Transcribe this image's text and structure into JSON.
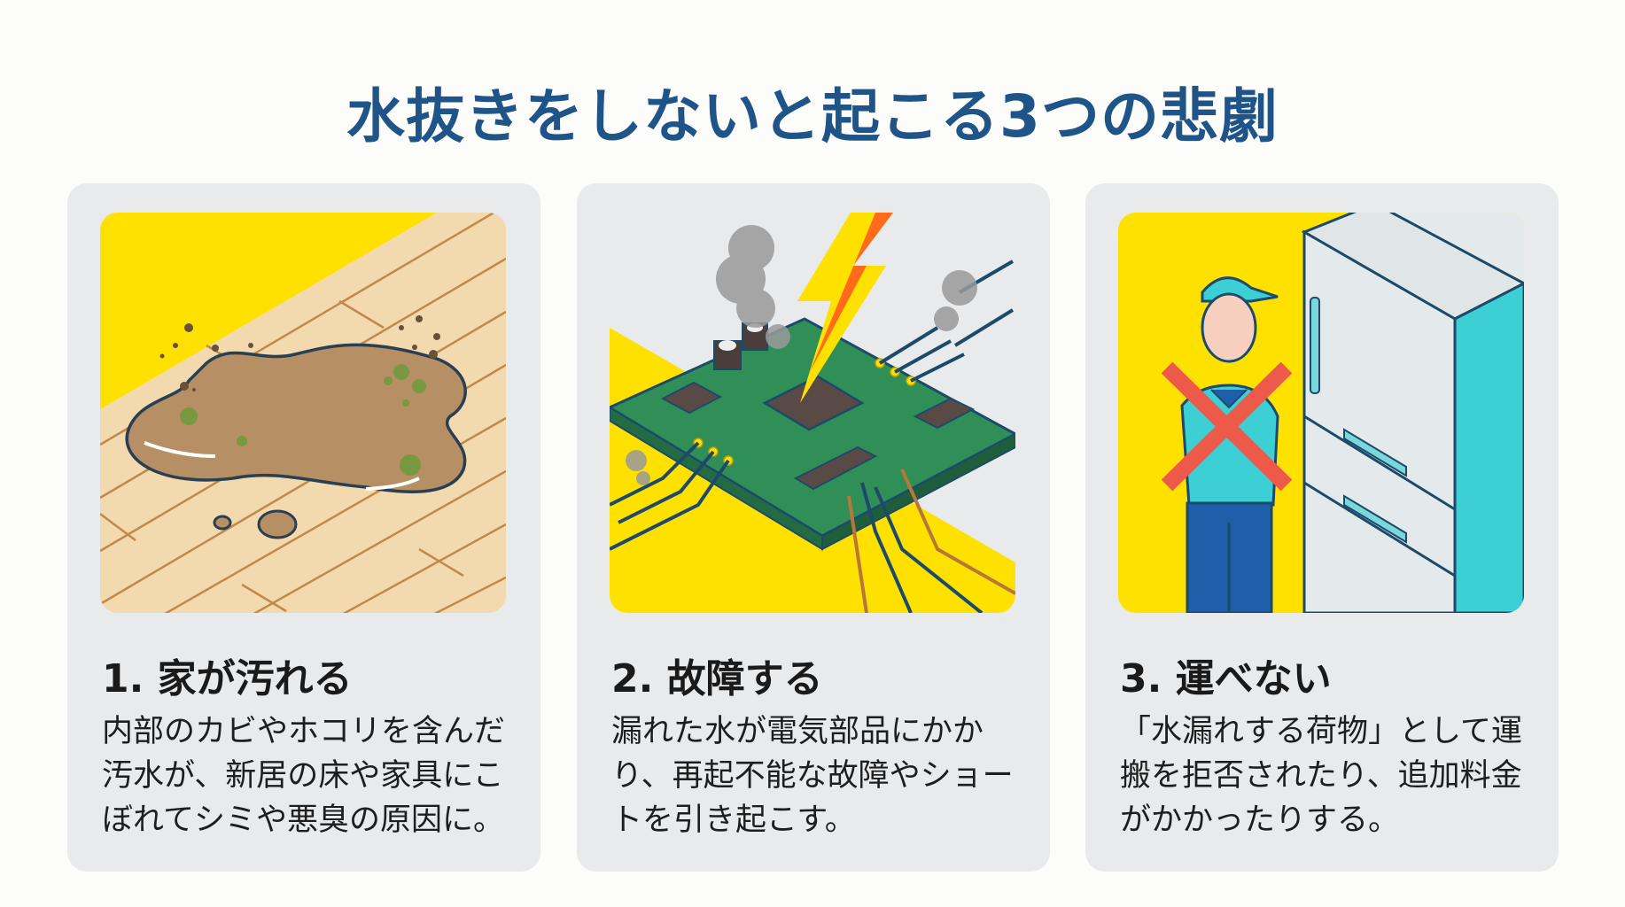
{
  "title": "水抜きをしないと起こる3つの悲劇",
  "colors": {
    "title": "#1f5488",
    "card_bg": "#e8eaec",
    "accent_yellow": "#ffe100",
    "text": "#1a1a1a"
  },
  "cards": [
    {
      "title": "1. 家が汚れる",
      "illustration": "dirty-water-puddle-on-floor",
      "lines": [
        "内部のカビやホコリを含んだ",
        "汚水が、新居の床や家具にこ",
        "ぼれてシミや悪臭の原因に。"
      ]
    },
    {
      "title": "2. 故障する",
      "illustration": "short-circuit-circuit-board",
      "lines": [
        "漏れた水が電気部品にかか",
        "り、再起不能な故障やショー",
        "トを引き起こす。"
      ]
    },
    {
      "title": "3. 運べない",
      "illustration": "mover-refusing-refrigerator",
      "lines": [
        "「水漏れする荷物」として運",
        "搬を拒否されたり、追加料金",
        "がかかったりする。"
      ]
    }
  ]
}
